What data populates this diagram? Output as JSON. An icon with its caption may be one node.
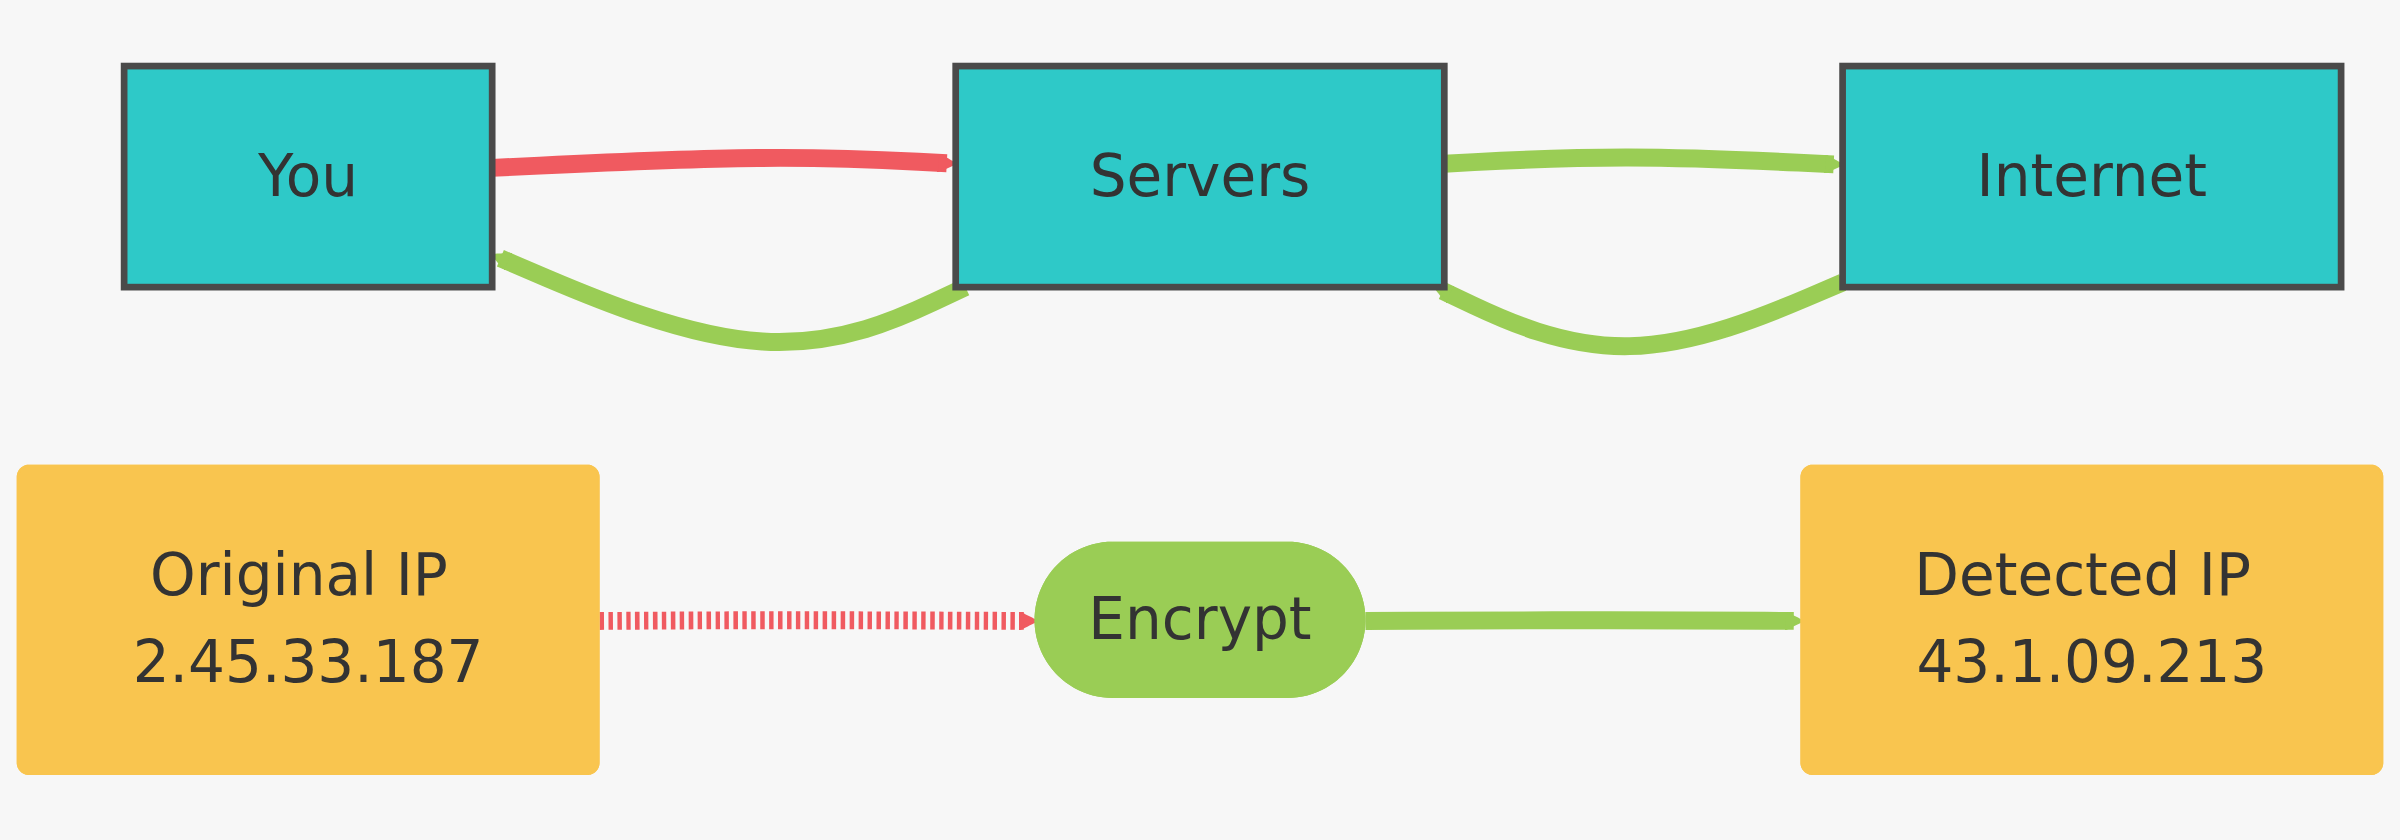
{
  "diagram": {
    "nodes": [
      {
        "text": [
          "You"
        ]
      },
      {
        "text": [
          "Servers"
        ]
      },
      {
        "text": [
          "Internet"
        ]
      },
      {
        "text": [
          "Original IP 2.45.33.187"
        ]
      },
      {
        "text": [
          "Encrypt"
        ]
      },
      {
        "text": [
          "Detected IP 43.1.09.213"
        ]
      }
    ],
    "edges": [
      {
        "from": 0,
        "to": 1,
        "arrow": "to",
        "color": "#f05a60"
      },
      {
        "from": 1,
        "to": 0,
        "arrow": "to"
      },
      {
        "from": 1,
        "to": 2,
        "arrow": "to"
      },
      {
        "from": 2,
        "to": 1,
        "arrow": "to"
      },
      {
        "from": 3,
        "to": 4,
        "arrow": "to",
        "style": "dashed",
        "color": "#f05a60"
      },
      {
        "from": 4,
        "to": 5,
        "arrow": "to"
      }
    ]
  }
}
